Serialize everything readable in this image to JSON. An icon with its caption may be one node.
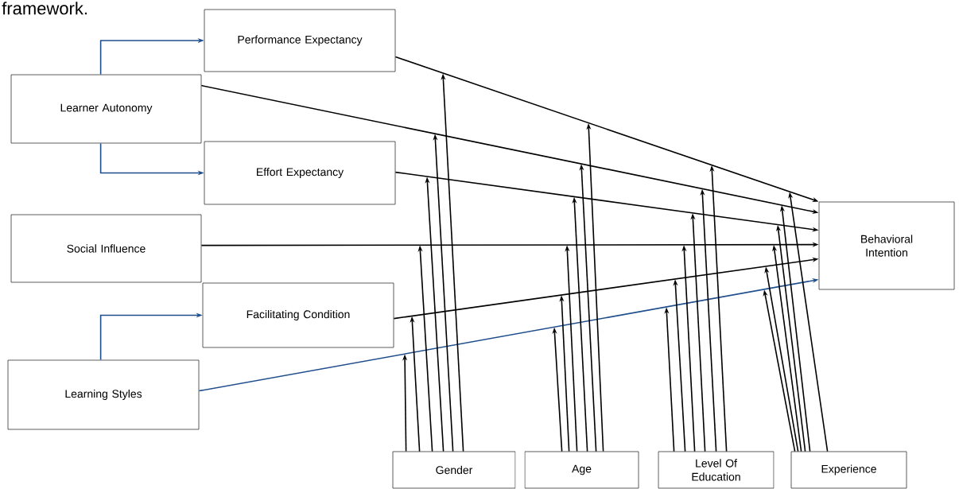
{
  "diagram": {
    "nodes": [
      {
        "text": [
          "Performance Expectancy"
        ]
      },
      {
        "text": [
          "Learner Autonomy"
        ]
      },
      {
        "text": [
          "Effort Expectancy"
        ]
      },
      {
        "text": [
          "Social Influence"
        ]
      },
      {
        "text": [
          "Facilitating Condition"
        ]
      },
      {
        "text": [
          "Learning Styles"
        ]
      },
      {
        "text": [
          "Behavioral Intention"
        ]
      },
      {
        "text": [
          "Gender"
        ]
      },
      {
        "text": [
          "Age"
        ]
      },
      {
        "text": [
          "Level Of Education"
        ]
      },
      {
        "text": [
          "Experience"
        ]
      }
    ],
    "edges": [
      {
        "from": 1,
        "to": 0,
        "arrow": "to",
        "color": "#1f4e8c"
      },
      {
        "from": 1,
        "to": 2,
        "arrow": "to",
        "color": "#1f4e8c"
      },
      {
        "from": 5,
        "to": 4,
        "arrow": "to",
        "color": "#1f4e8c"
      },
      {
        "from": 0,
        "to": 6,
        "arrow": "to"
      },
      {
        "from": 1,
        "to": 6,
        "arrow": "to"
      },
      {
        "from": 2,
        "to": 6,
        "arrow": "to"
      },
      {
        "from": 3,
        "to": 6,
        "arrow": "to"
      },
      {
        "from": 4,
        "to": 6,
        "arrow": "to"
      },
      {
        "from": 5,
        "to": 6,
        "arrow": "to",
        "color": "#1f4e8c"
      },
      {
        "from": 7,
        "to": null,
        "arrow": "to"
      },
      {
        "from": 7,
        "to": null,
        "arrow": "to"
      },
      {
        "from": 7,
        "to": null,
        "arrow": "to"
      },
      {
        "from": 7,
        "to": null,
        "arrow": "to"
      },
      {
        "from": 7,
        "to": null,
        "arrow": "to"
      },
      {
        "from": 7,
        "to": null,
        "arrow": "to"
      },
      {
        "from": 8,
        "to": null,
        "arrow": "to"
      },
      {
        "from": 8,
        "to": null,
        "arrow": "to"
      },
      {
        "from": 8,
        "to": null,
        "arrow": "to"
      },
      {
        "from": 8,
        "to": null,
        "arrow": "to"
      },
      {
        "from": 8,
        "to": null,
        "arrow": "to"
      },
      {
        "from": 8,
        "to": null,
        "arrow": "to"
      },
      {
        "from": 9,
        "to": null,
        "arrow": "to"
      },
      {
        "from": 9,
        "to": null,
        "arrow": "to"
      },
      {
        "from": 9,
        "to": null,
        "arrow": "to"
      },
      {
        "from": 9,
        "to": null,
        "arrow": "to"
      },
      {
        "from": 9,
        "to": null,
        "arrow": "to"
      },
      {
        "from": 9,
        "to": null,
        "arrow": "to"
      },
      {
        "from": 10,
        "to": null,
        "arrow": "to"
      },
      {
        "from": 10,
        "to": null,
        "arrow": "to"
      },
      {
        "from": 10,
        "to": null,
        "arrow": "to"
      },
      {
        "from": 10,
        "to": null,
        "arrow": "to"
      },
      {
        "from": 10,
        "to": null,
        "arrow": "to"
      },
      {
        "from": 10,
        "to": null,
        "arrow": "to"
      }
    ],
    "labels": [
      "framework."
    ]
  }
}
